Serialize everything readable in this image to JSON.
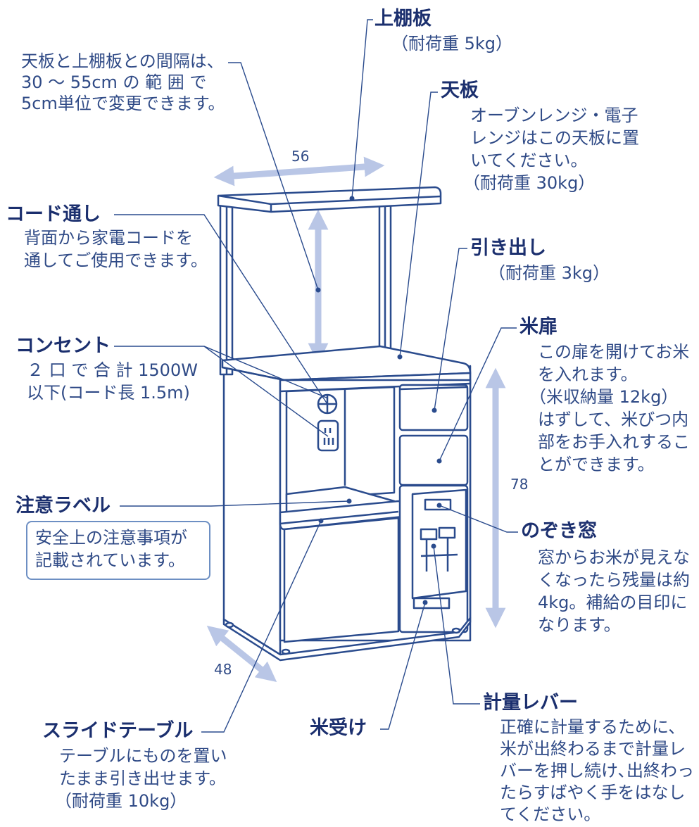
{
  "colors": {
    "outline": "#2a4b8d",
    "leader": "#2a4b8d",
    "arrow": "#b9c6e6",
    "text": "#2f4a86",
    "heading": "#1b2f6e",
    "note_border": "#6d8fc3"
  },
  "dimensions": {
    "width": "56",
    "height": "78",
    "depth": "48"
  },
  "labels": {
    "top_shelf": {
      "title": "上棚板",
      "body": [
        "（耐荷重 5kg）"
      ]
    },
    "shelf_interval": {
      "body": [
        "天板と上棚板との間隔は、",
        "30 ～ 55cm の 範 囲 で",
        "5cm単位で変更できます。"
      ]
    },
    "top_board": {
      "title": "天板",
      "body": [
        "オーブンレンジ・電子",
        "レンジはこの天板に置",
        "いてください。",
        "（耐荷重 30kg）"
      ]
    },
    "cord_passage": {
      "title": "コード通し",
      "body": [
        "背面から家電コードを",
        "通してご使用できます。"
      ]
    },
    "drawer": {
      "title": "引き出し",
      "body": [
        "（耐荷重 3kg）"
      ]
    },
    "rice_door": {
      "title": "米扉",
      "body": [
        "この扉を開けてお米",
        "を入れます。",
        "（米収納量 12kg）",
        "はずして、米びつ内",
        "部をお手入れするこ",
        "とができます。"
      ]
    },
    "outlet": {
      "title": "コンセント",
      "body": [
        "２ 口 で 合 計 1500W",
        "以下(コード長 1.5m)"
      ]
    },
    "caution_label": {
      "title": "注意ラベル",
      "body": [
        "安全上の注意事項が",
        "記載されています。"
      ]
    },
    "peep_window": {
      "title": "のぞき窓",
      "body": [
        "窓からお米が見えな",
        "くなったら残量は約",
        "4kg。補給の目印に",
        "なります。"
      ]
    },
    "slide_table": {
      "title": "スライドテーブル",
      "body": [
        "テーブルにものを置い",
        "たまま引き出せます。",
        "（耐荷重 10kg）"
      ]
    },
    "rice_receiver": {
      "title": "米受け"
    },
    "measure_lever": {
      "title": "計量レバー",
      "body": [
        "正確に計量するために、",
        "米が出終わるまで計量レ",
        "バーを押し続け､出終わっ",
        "たらすばやく手をはなし",
        "てください。"
      ]
    }
  }
}
